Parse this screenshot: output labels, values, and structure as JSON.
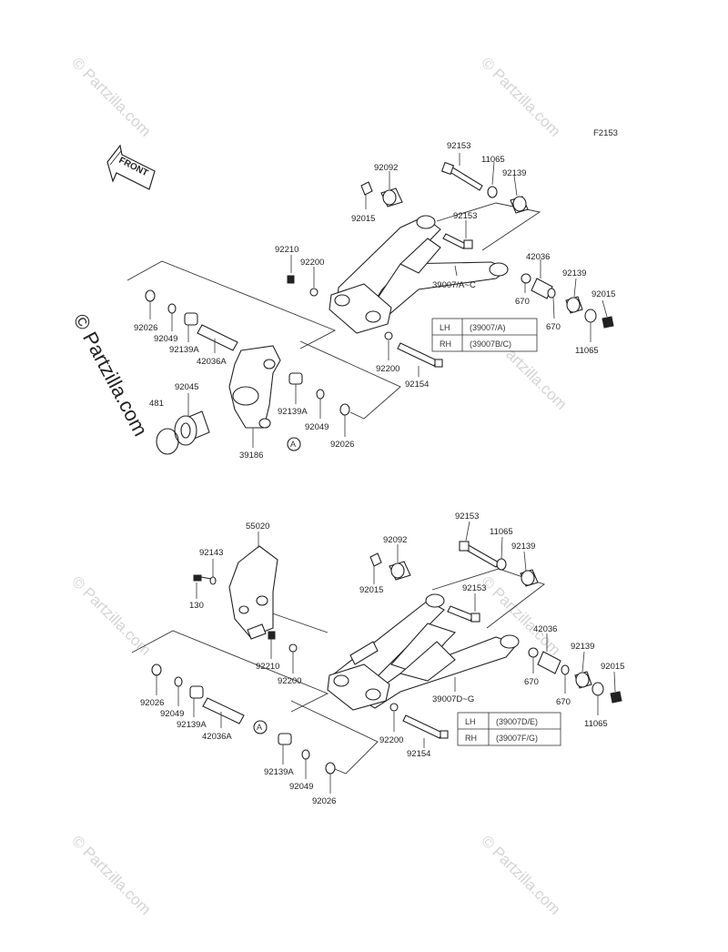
{
  "figure_code": "F2153",
  "front_label": "FRONT",
  "watermark": "© Partzilla.com",
  "callout_marker": "A",
  "upper": {
    "labels": {
      "p92153a": "92153",
      "p11065a": "11065",
      "p92139a": "92139",
      "p92092": "92092",
      "p92015a": "92015",
      "p92153b": "92153",
      "p42036": "42036",
      "p92139b": "92139",
      "p92015b": "92015",
      "p670a": "670",
      "p670b": "670",
      "p11065b": "11065",
      "p92210": "92210",
      "p92200a": "92200",
      "p39007": "39007/A~C",
      "p92026a": "92026",
      "p92049a": "92049",
      "p92139Aa": "92139A",
      "p42036A": "42036A",
      "p92200b": "92200",
      "p92154": "92154",
      "p92045": "92045",
      "p481": "481",
      "p92139Ab": "92139A",
      "p92049b": "92049",
      "p92026b": "92026",
      "p39186": "39186"
    },
    "table": [
      {
        "side": "LH",
        "part": "(39007/A)"
      },
      {
        "side": "RH",
        "part": "(39007B/C)"
      }
    ]
  },
  "lower": {
    "labels": {
      "p55020": "55020",
      "p92143": "92143",
      "p130": "130",
      "p92092": "92092",
      "p92015a": "92015",
      "p92153a": "92153",
      "p11065a": "11065",
      "p92139a": "92139",
      "p92153b": "92153",
      "p42036": "42036",
      "p92139b": "92139",
      "p92015b": "92015",
      "p670a": "670",
      "p670b": "670",
      "p11065b": "11065",
      "p92210": "92210",
      "p92200a": "92200",
      "p39007": "39007D~G",
      "p92026a": "92026",
      "p92049a": "92049",
      "p92139Aa": "92139A",
      "p42036A": "42036A",
      "p92200b": "92200",
      "p92154": "92154",
      "p92139Ab": "92139A",
      "p92049b": "92049",
      "p92026b": "92026"
    },
    "table": [
      {
        "side": "LH",
        "part": "(39007D/E)"
      },
      {
        "side": "RH",
        "part": "(39007F/G)"
      }
    ]
  }
}
